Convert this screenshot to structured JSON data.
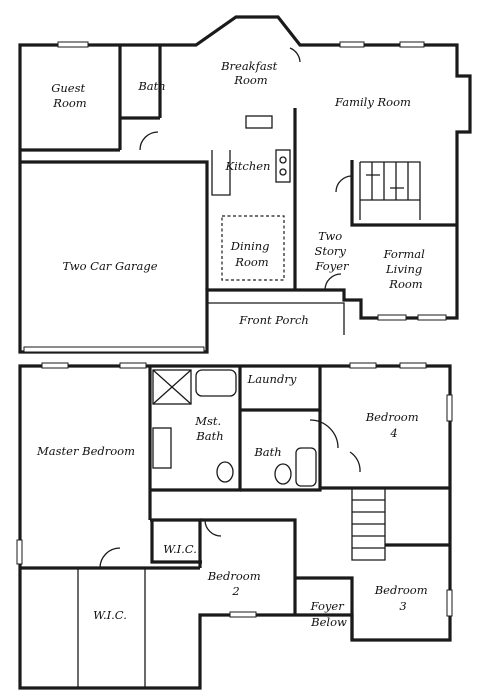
{
  "floor_plan": {
    "first_floor": {
      "rooms": {
        "guest_room": [
          "Guest",
          "Room"
        ],
        "bath": "Bath",
        "breakfast_room": [
          "Breakfast",
          "Room"
        ],
        "family_room": "Family Room",
        "kitchen": "Kitchen",
        "two_car_garage": "Two Car Garage",
        "dining_room": [
          "Dining",
          "Room"
        ],
        "two_story_foyer": [
          "Two",
          "Story",
          "Foyer"
        ],
        "formal_living_room": [
          "Formal",
          "Living",
          "Room"
        ],
        "front_porch": "Front Porch"
      }
    },
    "second_floor": {
      "rooms": {
        "laundry": "Laundry",
        "master_bedroom": "Master Bedroom",
        "master_bath": [
          "Mst.",
          "Bath"
        ],
        "bath": "Bath",
        "bedroom_4": [
          "Bedroom",
          "4"
        ],
        "wic_small": "W.I.C.",
        "wic_large": "W.I.C.",
        "bedroom_2": [
          "Bedroom",
          "2"
        ],
        "foyer_below": [
          "Foyer",
          "Below"
        ],
        "bedroom_3": [
          "Bedroom",
          "3"
        ]
      }
    }
  }
}
